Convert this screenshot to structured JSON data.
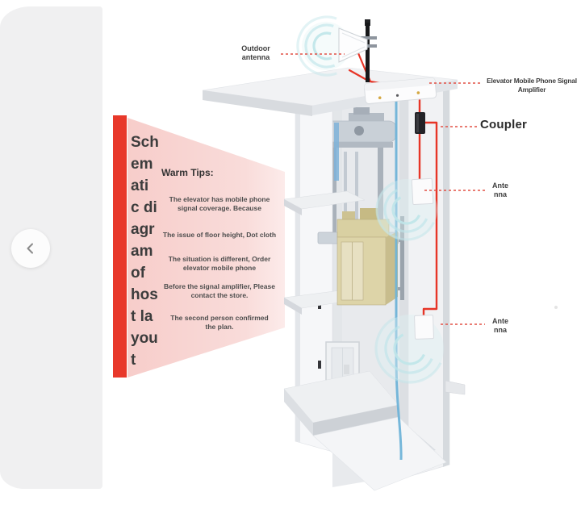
{
  "carousel": {
    "prev_icon": "chevron-left"
  },
  "banner": {
    "title": "Sch\nem\nati\nc di\nagr\nam\nof\nhos\nt la\nyou\nt"
  },
  "warm_tips": {
    "heading": "Warm Tips:",
    "items": [
      "The elevator has mobile phone\nsignal coverage. Because",
      "The issue of floor height, Dot cloth",
      "The situation is different, Order\nelevator mobile phone",
      "Before the signal amplifier, Please\ncontact the store.",
      "The second person confirmed\nthe plan."
    ]
  },
  "labels": {
    "outdoor_antenna": "Outdoor\nantenna",
    "amplifier": "Elevator Mobile Phone Signal\nAmplifier",
    "coupler": "Coupler",
    "antenna_upper": "Ante\nnna",
    "antenna_lower": "Ante\nnna"
  },
  "colors": {
    "accent_red": "#e8382a",
    "cable_red": "#e73527",
    "wedge_pink": "#f7cdca",
    "signal_teal": "#bfe5e9",
    "cable_blue": "#6fb3d8",
    "panel_gray": "#f0f0f1"
  }
}
